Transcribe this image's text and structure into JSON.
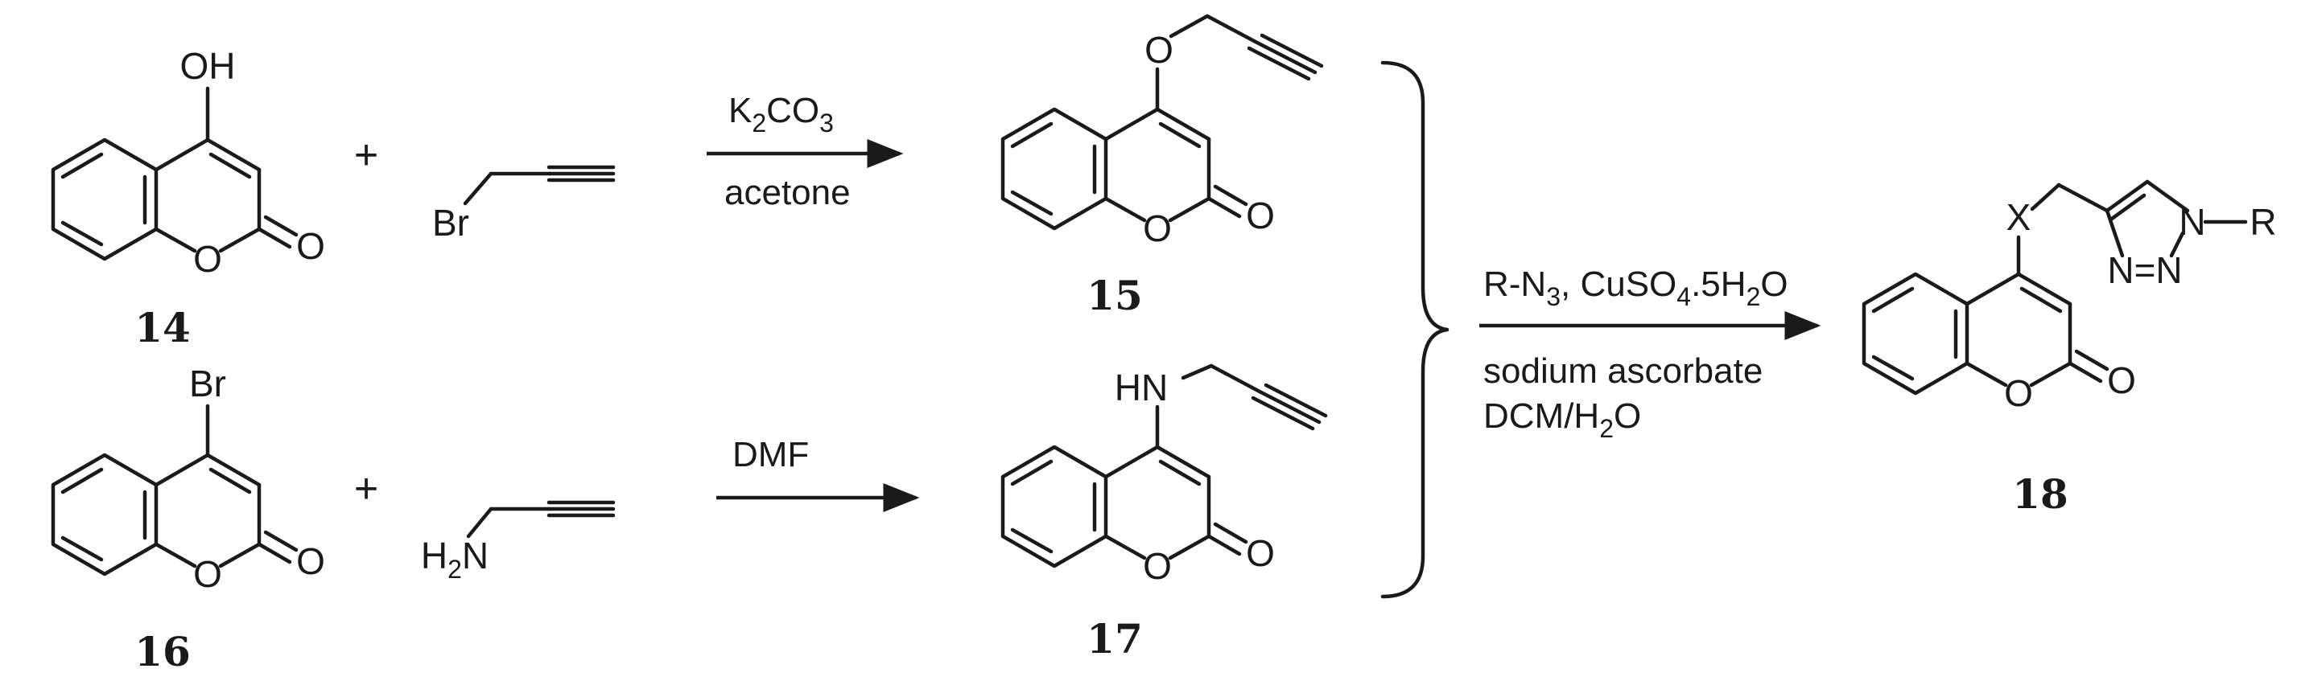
{
  "atoms": {
    "oh": "OH",
    "o": "O",
    "br": "Br",
    "h2n_h": "H",
    "h2n_2": "2",
    "h2n_n": "N",
    "hn": "HN",
    "x": "X",
    "n": "N",
    "r": "R",
    "nr_dash": "–R",
    "n_eq_n": "N=N"
  },
  "plus_sign": "+",
  "conditions": {
    "k2co3_main": "K",
    "k2co3_sub1": "2",
    "k2co3_mid": "CO",
    "k2co3_sub2": "3",
    "acetone": "acetone",
    "dmf": "DMF",
    "click_line1_a": "R-N",
    "click_line1_sub1": "3",
    "click_line1_b": ", CuSO",
    "click_line1_sub2": "4",
    "click_line1_c": ".5H",
    "click_line1_sub3": "2",
    "click_line1_d": "O",
    "click_line2": "sodium ascorbate",
    "click_line3_a": "DCM/H",
    "click_line3_sub": "2",
    "click_line3_b": "O"
  },
  "compound_numbers": {
    "c14": "14",
    "c15": "15",
    "c16": "16",
    "c17": "17",
    "c18": "18"
  }
}
